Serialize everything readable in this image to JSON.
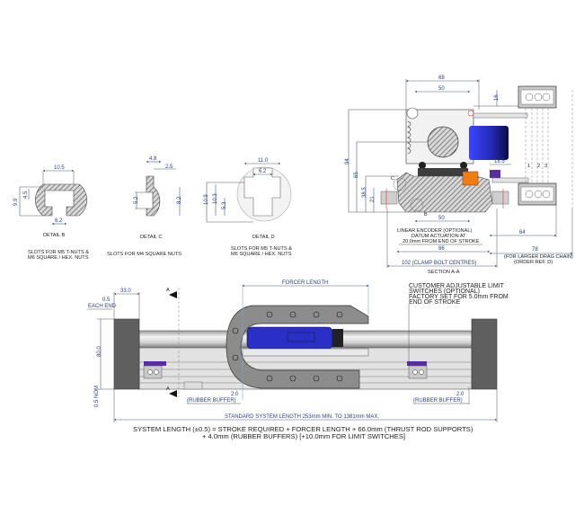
{
  "drawing": {
    "type": "engineering-drawing",
    "subject": "Linear motor actuator with thrust rod supports, drag chain and optional limit switches"
  },
  "details": [
    {
      "id": "B",
      "title": "DETAIL B",
      "caption_line1": "SLOTS FOR M5 T-NUTS &",
      "caption_line2": "M6 SQUARE / HEX. NUTS",
      "dims": {
        "top_width": "10.5",
        "height": "9.9",
        "neck": "4.5",
        "opening": "6.2"
      }
    },
    {
      "id": "C",
      "title": "DETAIL C",
      "caption_line1": "SLOTS FOR M4 SQUARE NUTS",
      "caption_line2": "",
      "dims": {
        "top_width": "4.8",
        "lip": "2.5",
        "slot_height": "5.2",
        "outer_height": "8.2"
      }
    },
    {
      "id": "D",
      "title": "DETAIL D",
      "caption_line1": "SLOTS FOR M5 T-NUTS &",
      "caption_line2": "M6 SQUARE / HEX. NUTS",
      "dims": {
        "top_width": "11.0",
        "inner_width": "6.2",
        "h1": "10.9",
        "h2": "10.3",
        "h3": "5.3"
      }
    }
  ],
  "section_aa": {
    "title": "SECTION A-A",
    "dims": {
      "width_top": "68",
      "width_inner": "50",
      "chain_offset": "16",
      "height_total": "94",
      "height_65": "65",
      "height_38_5": "38.5",
      "height_21": "21",
      "encoder_width": "18.5",
      "base_inner": "50",
      "base_width": "86",
      "clamp": "102 (CLAMP BOLT CENTRES)",
      "chain_width": "64",
      "chain_width_large": "78"
    },
    "chain_cable_labels": [
      "1",
      "2",
      "3"
    ],
    "detail_markers": [
      "C",
      "B"
    ],
    "encoder_note_line1": "LINEAR ENCODER (OPTIONAL)",
    "encoder_note_line2": "DATUM ACTUATION AT",
    "encoder_note_line3": "20.0mm FROM END OF STROKE",
    "large_chain_note_line1": "(FOR LARGER DRAG CHAIN)",
    "large_chain_note_line2": "(ORDER REF. D)"
  },
  "side_view": {
    "dims": {
      "end_block": "33.0",
      "each_end_value": "0.5",
      "each_end_label": "EACH END",
      "height": "80.0",
      "nom_label": "0.5 NOM",
      "buffer_left_value": "2.0",
      "buffer_left_label": "(RUBBER BUFFER)",
      "buffer_right_value": "2.0",
      "buffer_right_label": "(RUBBER BUFFER)"
    },
    "section_marker": "A",
    "forcer_label": "FORCER LENGTH",
    "limit_note_line1": "CUSTOMER ADJUSTABLE LIMIT",
    "limit_note_line2": "SWITCHES (OPTIONAL)",
    "limit_note_line3": "FACTORY SET FOR 5.0mm FROM",
    "limit_note_line4": "END OF STROKE",
    "standard_length": "STANDARD SYSTEM LENGTH 253mm MIN. TO 1381mm MAX."
  },
  "formula": {
    "line1": "SYSTEM LENGTH (±0.5) = STROKE REQUIRED + FORCER LENGTH + 66.0mm (THRUST ROD SUPPORTS)",
    "line2": "+ 4.0mm (RUBBER BUFFERS) [+10.0mm FOR LIMIT SWITCHES]"
  },
  "colors": {
    "background": "#ffffff",
    "dimension_text": "#2b3f7a",
    "forcer_blue": "#2a2fc8",
    "encoder_orange": "#f07d10",
    "switch_purple": "#5a2d9c",
    "end_block_gray": "#5f5f5f",
    "chain_gray": "#8c8c8c",
    "hatch": "#6a6a6a"
  }
}
